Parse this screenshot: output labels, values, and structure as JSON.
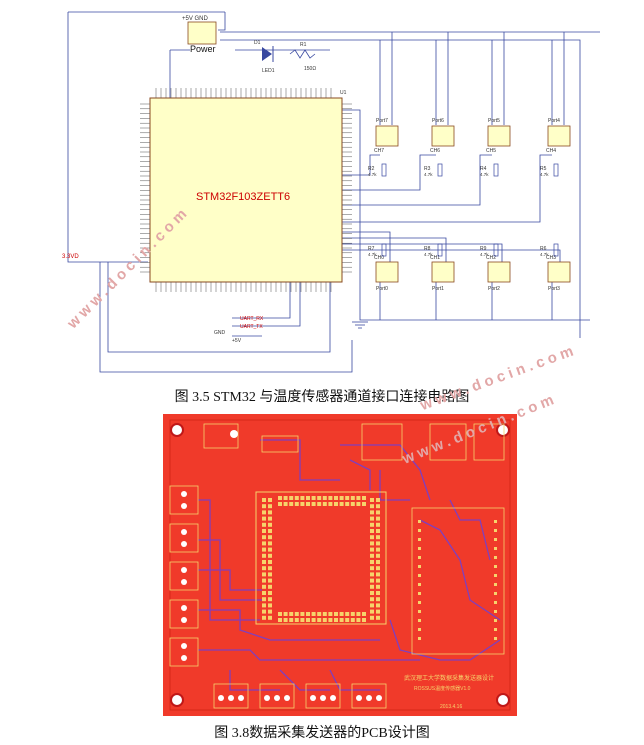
{
  "figure1": {
    "caption": "图 3.5 STM32 与温度传感器通道接口连接电路图",
    "mcu_label": "STM32F103ZETT6",
    "mcu_ref": "U1",
    "power_label": "Power",
    "power_pins": "+5V GND",
    "led_ref": "D1",
    "led_label": "LED1",
    "res_ref": "R1",
    "res_value": "150Ω",
    "supply_label": "3.3VD",
    "gnd_label": "GND",
    "vcc_label": "+5V",
    "uart_rx": "UART_RX",
    "uart_tx": "UART_TX",
    "top_ports": [
      "Port7",
      "Port6",
      "Port5",
      "Port4"
    ],
    "top_chips": [
      "CH7",
      "CH6",
      "CH5",
      "CH4"
    ],
    "top_res": [
      "R2",
      "R3",
      "R4",
      "R5"
    ],
    "bottom_ports": [
      "Port0",
      "Port1",
      "Port2",
      "Port3"
    ],
    "bottom_chips": [
      "CH0",
      "CH1",
      "CH2",
      "CH3"
    ],
    "bottom_res": [
      "R7",
      "R8",
      "R9",
      "R6"
    ],
    "res_val": "4.7k"
  },
  "figure2": {
    "caption": "图 3.8数据采集发送器的PCB设计图",
    "board_text_1": "武汉理工大学数据采集发送器设计",
    "board_text_2": "ROSSUS温度传感器V1.0",
    "date_text": "2013.4.16"
  },
  "watermarks": [
    "www.docin.com",
    "www.docin.com",
    "www.docin.com"
  ],
  "colors": {
    "board": "#f03a2a",
    "trace": "#7f3fbf",
    "wire": "#3848a0"
  }
}
